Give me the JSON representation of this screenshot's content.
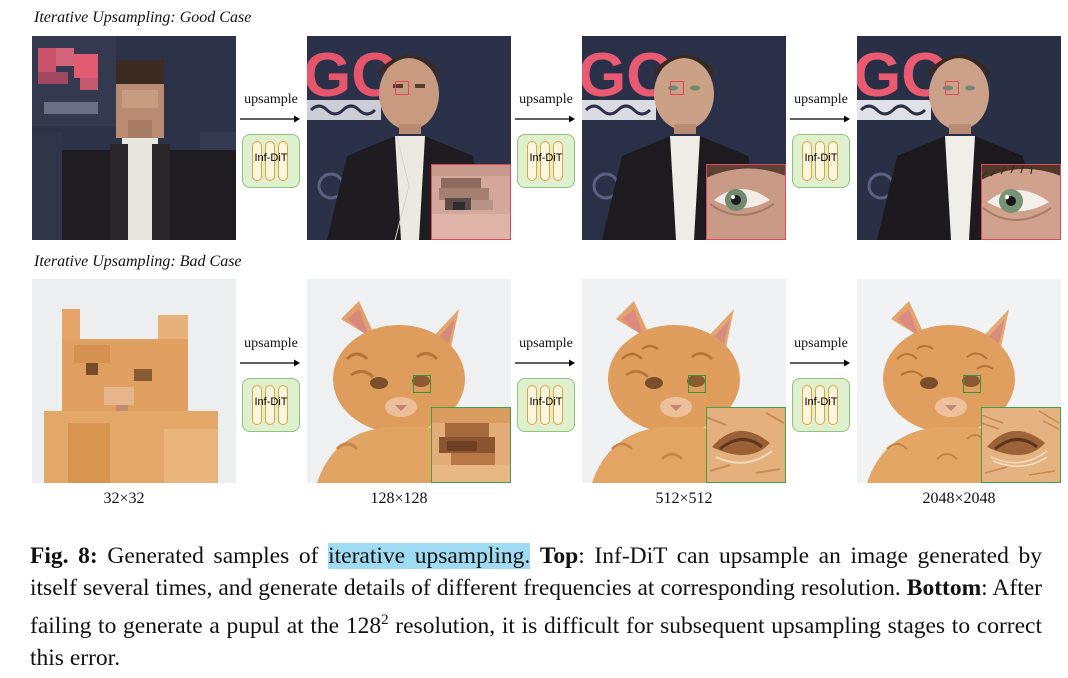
{
  "rows": {
    "top_title": "Iterative Upsampling: Good Case",
    "bottom_title": "Iterative Upsampling: Bad Case"
  },
  "stage": {
    "arrow_label": "upsample",
    "model_label": "Inf-DiT"
  },
  "resolutions": [
    "32×32",
    "128×128",
    "512×512",
    "2048×2048"
  ],
  "caption": {
    "fig_label": "Fig. 8:",
    "part1": " Generated samples of ",
    "highlight": "iterative upsampling.",
    "top_label": "Top",
    "part2": ": Inf-DiT can upsample an image generated by itself several times, and generate details of different frequencies at corresponding resolution. ",
    "bottom_label": "Bottom",
    "part3": ": After failing to generate a pupul at the 128",
    "superscript": "2",
    "part4": " resolution, it is difficult for subsequent upsampling stages to correct this error."
  },
  "colors": {
    "highlight": "#9fdcf3",
    "zoom_box_top": "#e0475a",
    "zoom_box_bottom": "#3da24a",
    "model_fill": "#dff0cf"
  }
}
